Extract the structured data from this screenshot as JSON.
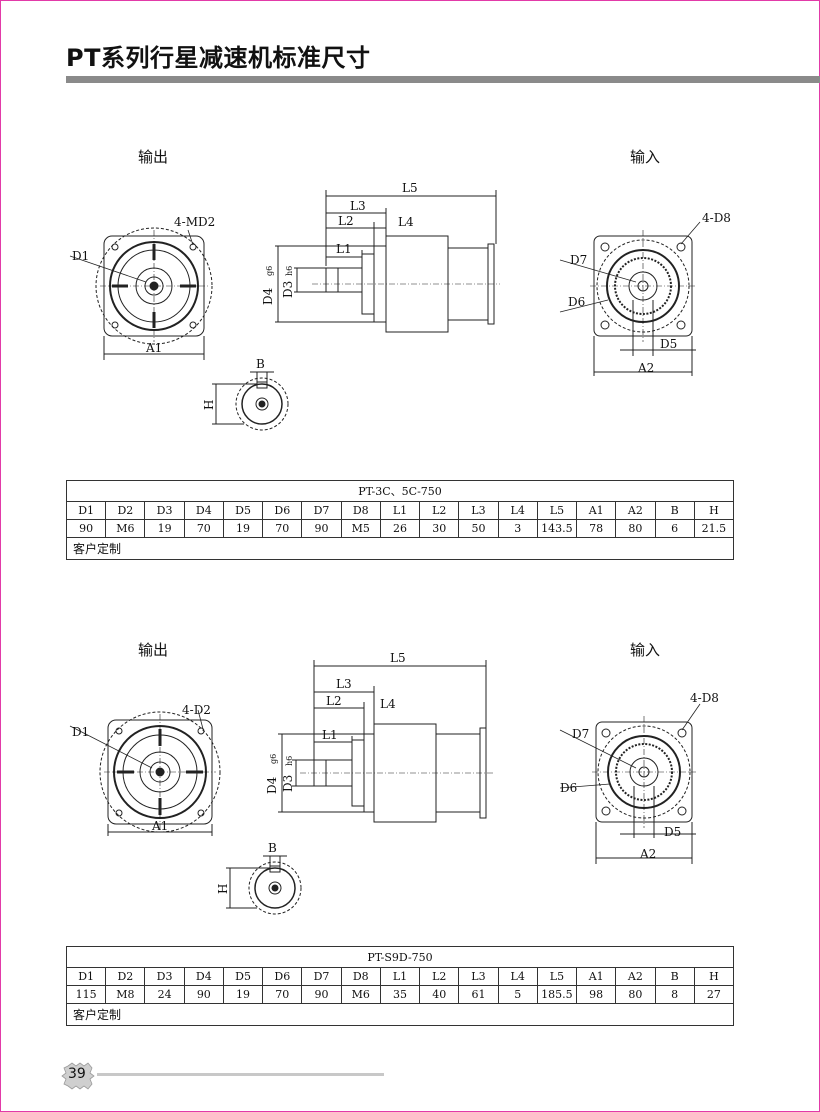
{
  "page": {
    "title": "PT系列行星减速机标准尺寸",
    "number": "39"
  },
  "colors": {
    "frame": "#e23aa8",
    "title_bar": "#8a8a8a",
    "page_line": "#c8c8c8"
  },
  "dims": {
    "D1": "D1",
    "D2": "D2",
    "D3": "D3",
    "D4": "D4",
    "D5": "D5",
    "D6": "D6",
    "D7": "D7",
    "MD2": "4-MD2",
    "D2_holes": "4-D2",
    "D8": "4-D8",
    "A1": "A1",
    "A2": "A2",
    "L1": "L1",
    "L2": "L2",
    "L3": "L3",
    "L4": "L4",
    "L5": "L5",
    "B": "B",
    "H": "H",
    "g6": "g6",
    "h6": "h6"
  },
  "sections": [
    {
      "output_label": "输出",
      "input_label": "输入",
      "model": "PT-3C、5C-750",
      "headers": [
        "D1",
        "D2",
        "D3",
        "D4",
        "D5",
        "D6",
        "D7",
        "D8",
        "L1",
        "L2",
        "L3",
        "L4",
        "L5",
        "A1",
        "A2",
        "B",
        "H"
      ],
      "values": [
        "90",
        "M6",
        "19",
        "70",
        "19",
        "70",
        "90",
        "M5",
        "26",
        "30",
        "50",
        "3",
        "143.5",
        "78",
        "80",
        "6",
        "21.5"
      ],
      "note": "客户定制"
    },
    {
      "output_label": "输出",
      "input_label": "输入",
      "model": "PT-S9D-750",
      "headers": [
        "D1",
        "D2",
        "D3",
        "D4",
        "D5",
        "D6",
        "D7",
        "D8",
        "L1",
        "L2",
        "L3",
        "L4",
        "L5",
        "A1",
        "A2",
        "B",
        "H"
      ],
      "values": [
        "115",
        "M8",
        "24",
        "90",
        "19",
        "70",
        "90",
        "M6",
        "35",
        "40",
        "61",
        "5",
        "185.5",
        "98",
        "80",
        "8",
        "27"
      ],
      "note": "客户定制"
    }
  ]
}
